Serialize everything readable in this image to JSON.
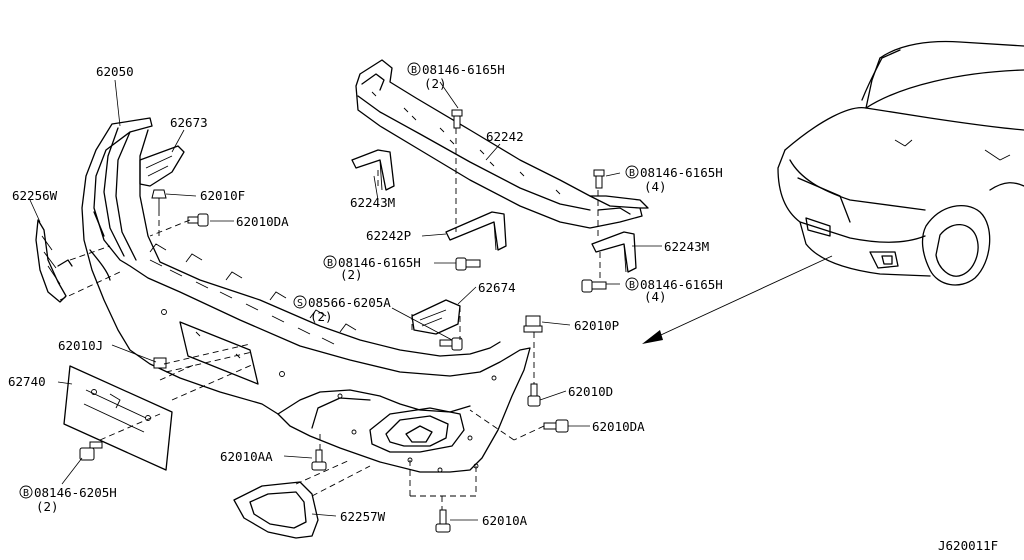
{
  "diagram": {
    "code": "J620011F",
    "labels": [
      {
        "id": "l-62050",
        "text": "62050"
      },
      {
        "id": "l-62673",
        "text": "62673"
      },
      {
        "id": "l-62256W",
        "text": "62256W"
      },
      {
        "id": "l-62010F",
        "text": "62010F"
      },
      {
        "id": "l-62010DA-top",
        "text": "62010DA"
      },
      {
        "id": "l-B08146-top",
        "prefix": "B",
        "text": "08146-6165H",
        "qty": "(2)"
      },
      {
        "id": "l-62242",
        "text": "62242"
      },
      {
        "id": "l-62243M-left",
        "text": "62243M"
      },
      {
        "id": "l-B08146-right-top",
        "prefix": "B",
        "text": "08146-6165H",
        "qty": "(4)"
      },
      {
        "id": "l-62242P",
        "text": "62242P"
      },
      {
        "id": "l-62243M-right",
        "text": "62243M"
      },
      {
        "id": "l-B08146-mid",
        "prefix": "B",
        "text": "08146-6165H",
        "qty": "(2)"
      },
      {
        "id": "l-B08146-right-low",
        "prefix": "B",
        "text": "08146-6165H",
        "qty": "(4)"
      },
      {
        "id": "l-S08566",
        "prefix": "S",
        "text": "08566-6205A",
        "qty": "(2)"
      },
      {
        "id": "l-62674",
        "text": "62674"
      },
      {
        "id": "l-62010P",
        "text": "62010P"
      },
      {
        "id": "l-62010J",
        "text": "62010J"
      },
      {
        "id": "l-62740",
        "text": "62740"
      },
      {
        "id": "l-62010D",
        "text": "62010D"
      },
      {
        "id": "l-62010DA-low",
        "text": "62010DA"
      },
      {
        "id": "l-62010AA",
        "text": "62010AA"
      },
      {
        "id": "l-B08146-6205H",
        "prefix": "B",
        "text": "08146-6205H",
        "qty": "(2)"
      },
      {
        "id": "l-62257W",
        "text": "62257W"
      },
      {
        "id": "l-62010A",
        "text": "62010A"
      }
    ]
  }
}
